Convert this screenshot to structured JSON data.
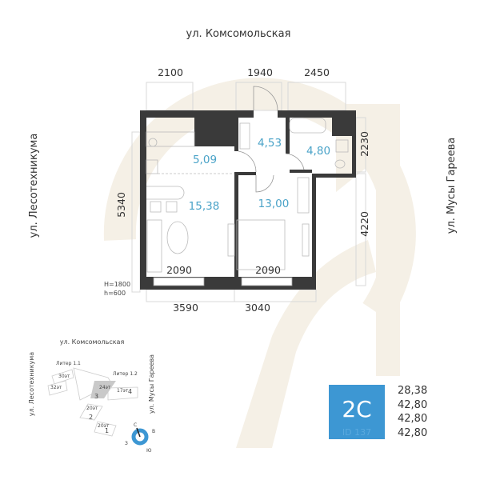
{
  "streets": {
    "top": "ул. Комсомольская",
    "left": "ул. Лесотехникума",
    "right": "ул. Мусы Гареева"
  },
  "dimensions": {
    "top": [
      "2100",
      "1940",
      "2450"
    ],
    "right": [
      "2230",
      "4220"
    ],
    "left": "5340",
    "bottom": [
      "3590",
      "3040"
    ],
    "windows": [
      "2090",
      "2090"
    ],
    "window_height": "H=1800",
    "sill_height": "h=600"
  },
  "rooms": {
    "kitchen": "5,09",
    "hall": "4,53",
    "bathroom": "4,80",
    "living": "15,38",
    "bedroom": "13,00"
  },
  "site_plan": {
    "street_top": "ул. Комсомольская",
    "street_left": "ул. Лесотехникума",
    "street_right": "ул. Мусы Гареева",
    "liter_1": "Литер 1.1",
    "liter_2": "Литер 1.2",
    "floors": [
      "30эт",
      "32эт",
      "24эт",
      "17эт",
      "20эт",
      "20эт"
    ],
    "sections": [
      "3",
      "4",
      "2",
      "1"
    ],
    "compass": {
      "n": "С",
      "e": "В",
      "s": "Ю",
      "w": "З"
    }
  },
  "badge": {
    "code": "2С",
    "id": "ID 137",
    "color": "#3d97d3"
  },
  "areas": [
    "28,38",
    "42,80",
    "42,80",
    "42,80"
  ],
  "colors": {
    "wall": "#3a3a3a",
    "area_text": "#4aa3c8",
    "watermark": "#f5f0e6"
  }
}
